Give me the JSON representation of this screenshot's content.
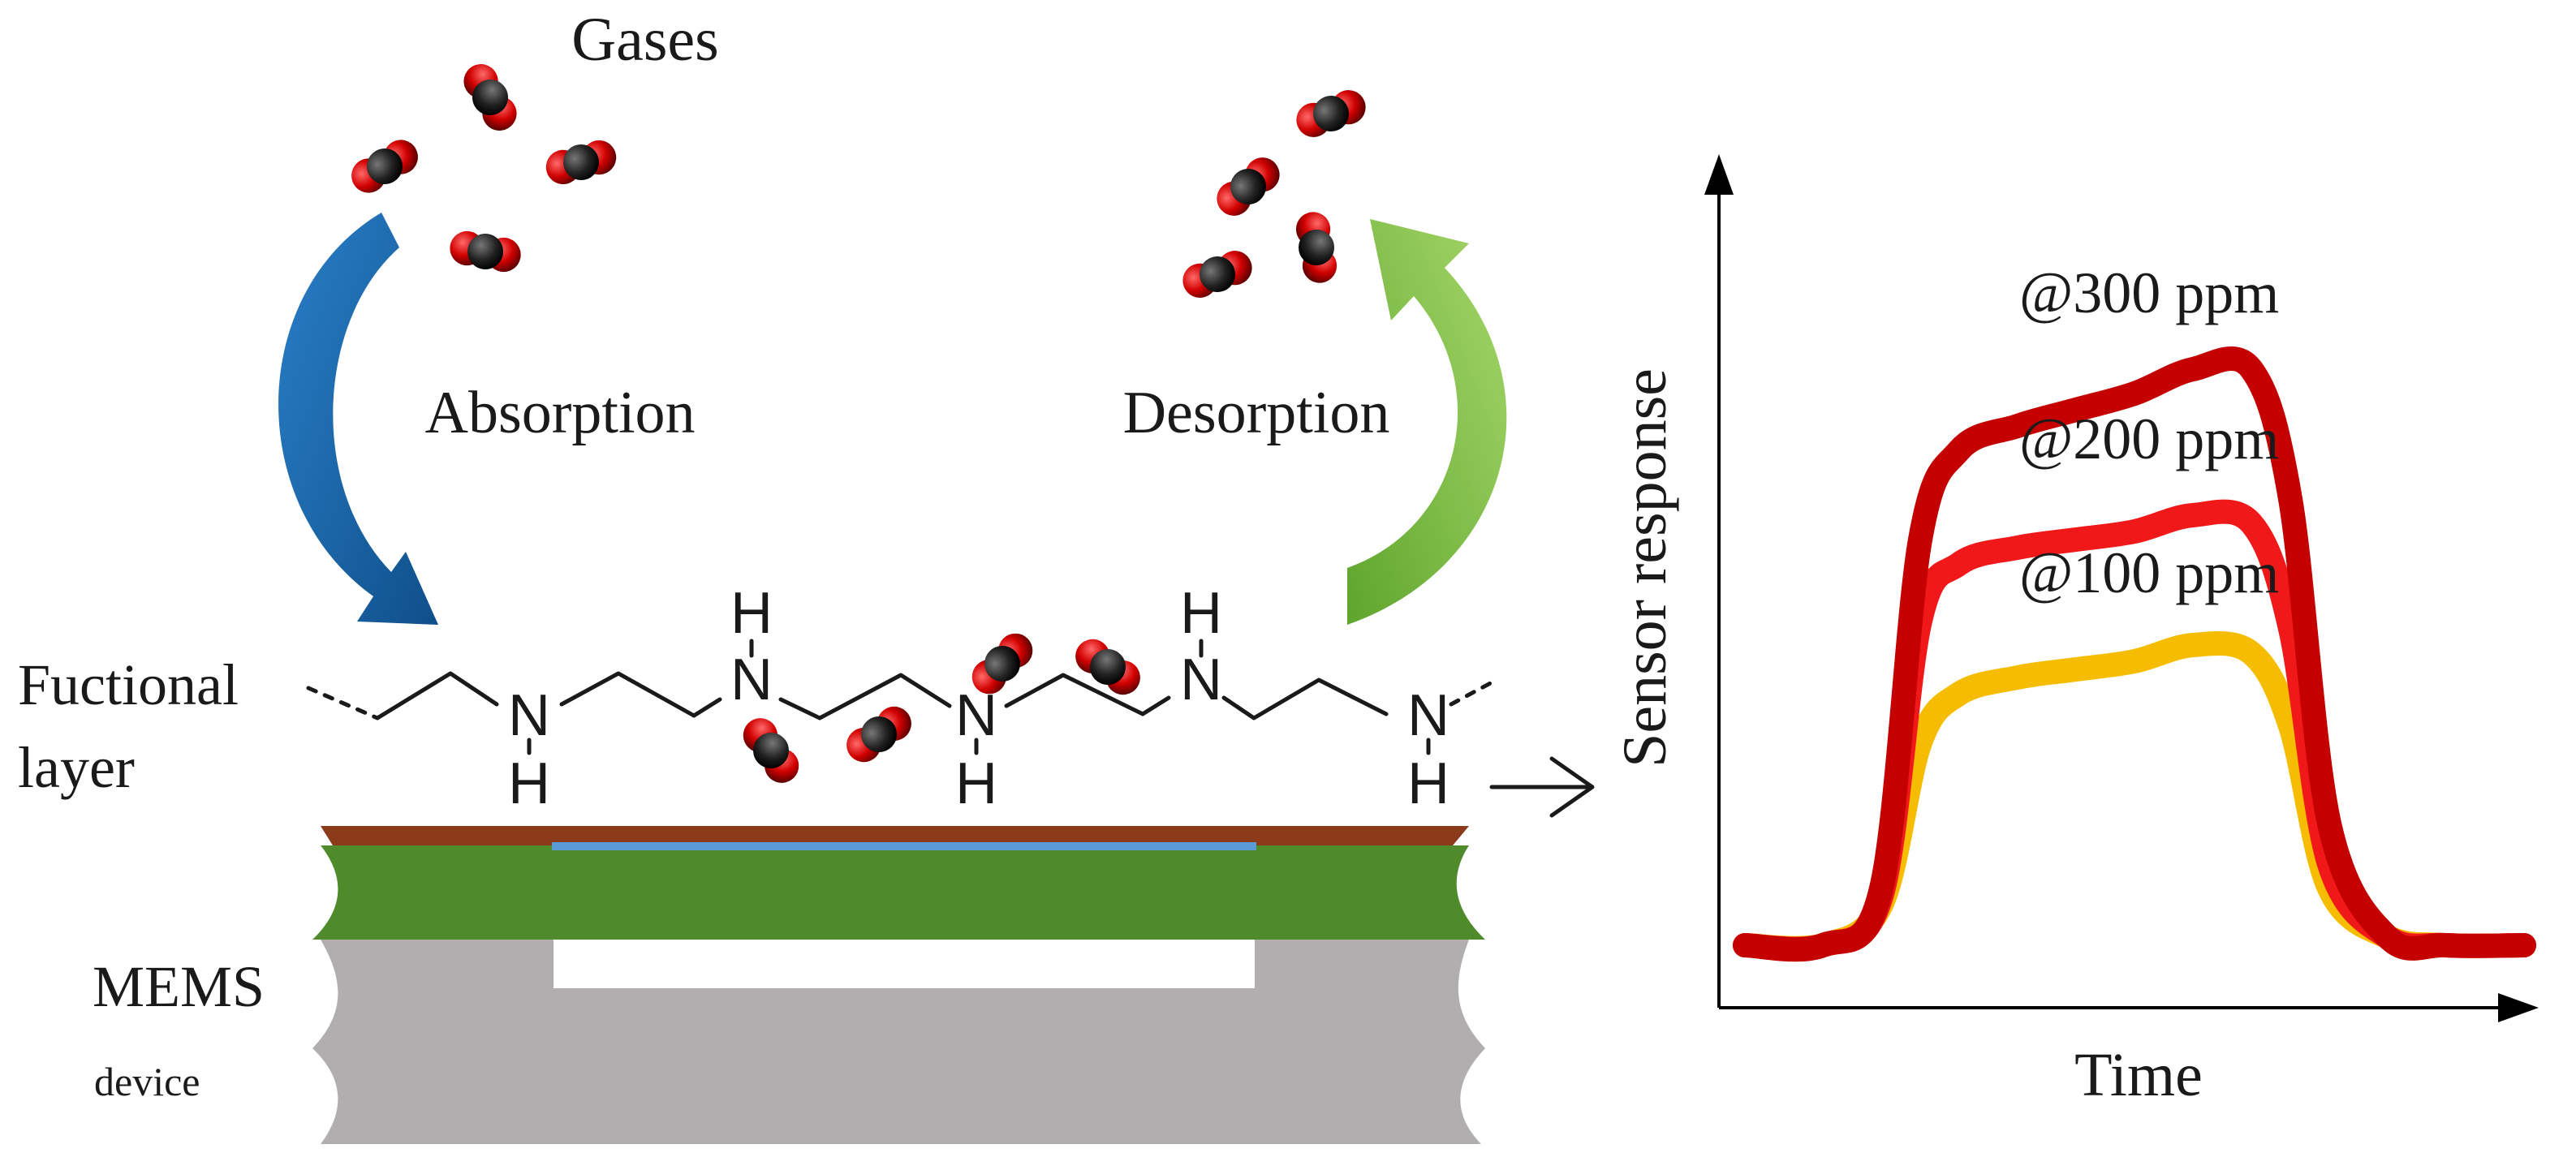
{
  "labels": {
    "gases": "Gases",
    "absorption": "Absorption",
    "desorption": "Desorption",
    "functional_layer_line1": "Fuctional",
    "functional_layer_line2": "layer",
    "mems_line1": "MEMS",
    "mems_line2": "device"
  },
  "molecule": {
    "atom_n": "N",
    "atom_h": "H"
  },
  "colors": {
    "absorption_arrow": "#1f6fb5",
    "desorption_arrow": "#7cc242",
    "metal_layer": "#8b3a1a",
    "electrode": "#5b9bd5",
    "membrane": "#4f8a2b",
    "substrate": "#b0aeae",
    "gas_molecule_end": "#d10000",
    "gas_molecule_core": "#222222"
  },
  "chart_data": {
    "type": "line",
    "xlabel": "Time",
    "ylabel": "Sensor response",
    "grid": false,
    "series": [
      {
        "name": "@300 ppm",
        "color": "#c40000",
        "x": [
          0,
          4,
          7,
          9,
          11,
          14,
          17,
          20,
          23,
          26,
          28,
          30,
          33,
          36,
          40
        ],
        "y": [
          0.05,
          0.05,
          0.12,
          0.55,
          0.66,
          0.69,
          0.71,
          0.73,
          0.76,
          0.76,
          0.6,
          0.2,
          0.06,
          0.05,
          0.05
        ]
      },
      {
        "name": "@200 ppm",
        "color": "#f01818",
        "x": [
          0,
          4,
          7,
          9,
          11,
          14,
          17,
          20,
          23,
          26,
          28,
          30,
          33,
          36,
          40
        ],
        "y": [
          0.05,
          0.05,
          0.11,
          0.45,
          0.52,
          0.54,
          0.55,
          0.56,
          0.58,
          0.57,
          0.44,
          0.15,
          0.06,
          0.05,
          0.05
        ]
      },
      {
        "name": "@100 ppm",
        "color": "#f6bd00",
        "x": [
          0,
          4,
          7,
          9,
          11,
          14,
          17,
          20,
          23,
          26,
          28,
          30,
          33,
          36,
          40
        ],
        "y": [
          0.05,
          0.05,
          0.1,
          0.3,
          0.36,
          0.38,
          0.39,
          0.4,
          0.42,
          0.41,
          0.32,
          0.12,
          0.06,
          0.05,
          0.05
        ]
      }
    ]
  }
}
